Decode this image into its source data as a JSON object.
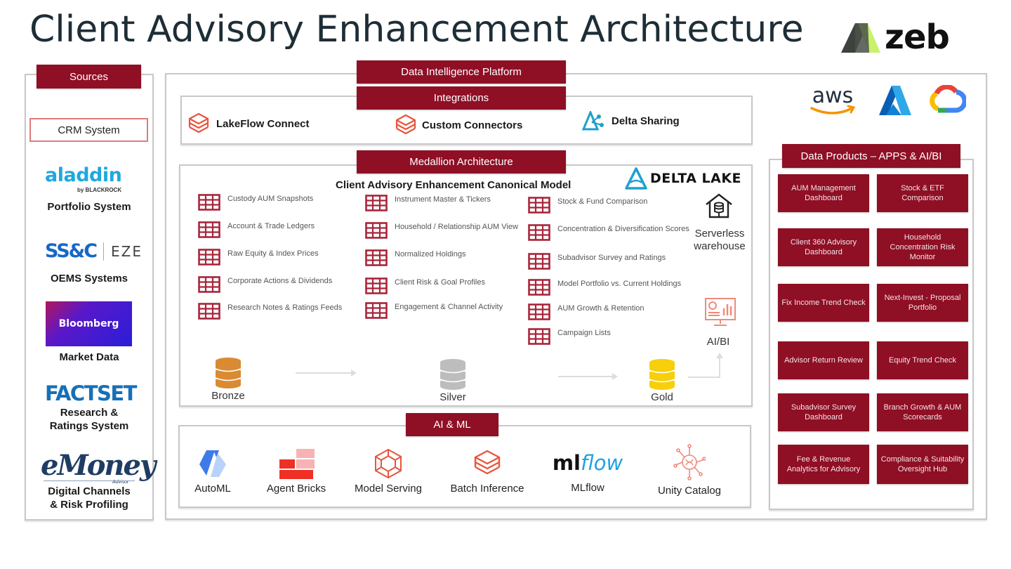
{
  "title": "Client Advisory Enhancement Architecture",
  "brand": {
    "name": "zeb",
    "colors": {
      "dark": "#3a3f3a",
      "lime": "#c8f26a"
    }
  },
  "colors": {
    "accent_maroon": "#8f0f25",
    "frame_gray": "#c8c8c8",
    "databricks_red": "#e8553e",
    "bronze": "#d98a32",
    "silver": "#bdbdbd",
    "gold": "#f7cf0a"
  },
  "sources": {
    "header": "Sources",
    "items": [
      {
        "logo": "CRM System",
        "label": ""
      },
      {
        "logo": "aladdin",
        "logo_sub": "by BLACKROCK",
        "label": "Portfolio System"
      },
      {
        "logo": "SS&C",
        "logo_sub": "EZE",
        "label": "OEMS Systems"
      },
      {
        "logo": "Bloomberg",
        "label": "Market Data"
      },
      {
        "logo": "FACTSET",
        "label_line1": "Research &",
        "label_line2": "Ratings System"
      },
      {
        "logo": "eMoney",
        "logo_sub": "Advisor",
        "label_line1": "Digital Channels",
        "label_line2": "& Risk Profiling"
      }
    ]
  },
  "platform": {
    "header": "Data Intelligence Platform",
    "cloud_logos": [
      "aws",
      "azure",
      "google-cloud"
    ],
    "integrations": {
      "header": "Integrations",
      "items": [
        {
          "label": "LakeFlow Connect",
          "icon": "databricks-layers-icon"
        },
        {
          "label": "Custom Connectors",
          "icon": "databricks-layers-icon"
        },
        {
          "label": "Delta Sharing",
          "icon": "delta-sharing-icon"
        }
      ]
    },
    "medallion": {
      "header": "Medallion Architecture",
      "canonical_model": "Client Advisory Enhancement Canonical Model",
      "delta_lake": "DELTA LAKE",
      "bronze_tables": [
        "Custody AUM Snapshots",
        "Account & Trade Ledgers",
        "Raw Equity & Index Prices",
        "Corporate Actions & Dividends",
        "Research Notes & Ratings Feeds"
      ],
      "silver_tables": [
        "Instrument Master & Tickers",
        "Household / Relationship AUM View",
        "Normalized Holdings",
        "Client Risk & Goal Profiles",
        "Engagement & Channel Activity"
      ],
      "gold_tables": [
        "Stock & Fund Comparison",
        "Concentration & Diversification Scores",
        "Subadvisor Survey and Ratings",
        "Model Portfolio vs. Current Holdings",
        "AUM Growth & Retention",
        "Campaign Lists"
      ],
      "serverless": "Serverless warehouse",
      "aibi": "AI/BI",
      "tiers": [
        "Bronze",
        "Silver",
        "Gold"
      ]
    },
    "ai_ml": {
      "header": "AI & ML",
      "items": [
        "AutoML",
        "Agent Bricks",
        "Model Serving",
        "Batch Inference",
        "MLflow",
        "Unity Catalog"
      ],
      "mlflow_logo_ml": "ml",
      "mlflow_logo_flow": "flow"
    }
  },
  "data_products": {
    "header": "Data Products – APPS & AI/BI",
    "items": [
      "AUM Management Dashboard",
      "Stock & ETF Comparison",
      "Client 360 Advisory Dashboard",
      "Household Concentration Risk Monitor",
      "Fix Income Trend Check",
      "Next-Invest - Proposal Portfolio",
      "Advisor Return Review",
      "Equity Trend Check",
      "Subadvisor Survey Dashboard",
      "Branch Growth & AUM Scorecards",
      "Fee & Revenue Analytics for Advisory",
      "Compliance & Suitability Oversight Hub"
    ]
  }
}
